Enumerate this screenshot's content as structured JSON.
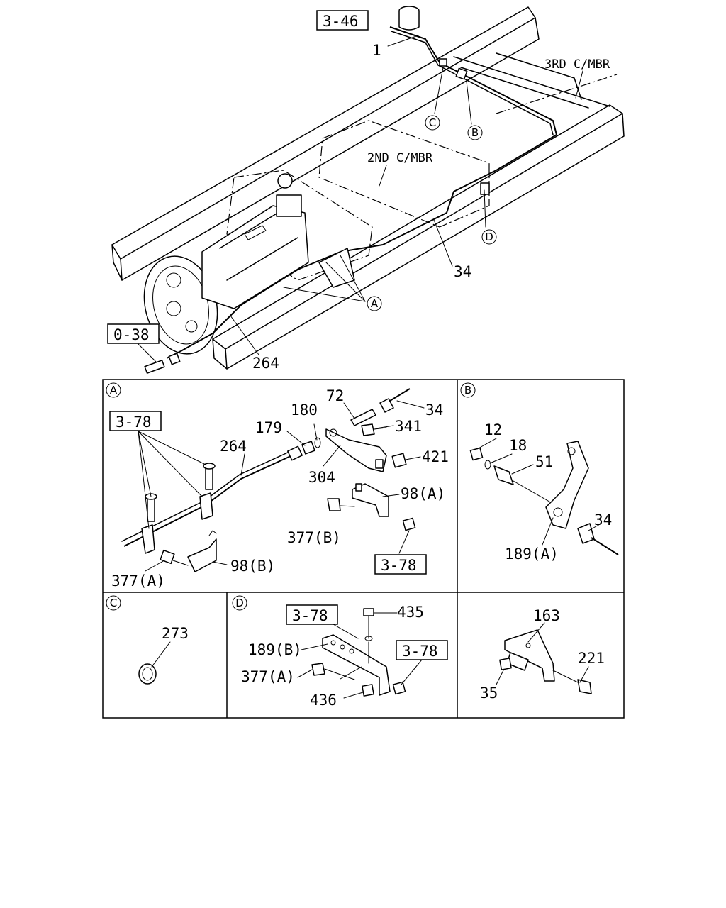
{
  "overview": {
    "ref_top": "3-46",
    "ref_left": "0-38",
    "label_3rd": "3RD C/MBR",
    "label_2nd": "2ND C/MBR",
    "callout_1": "1",
    "callout_c": "C",
    "callout_b": "B",
    "callout_d": "D",
    "callout_a": "A",
    "callout_34": "34",
    "callout_264": "264"
  },
  "panel_a": {
    "tag": "A",
    "ref_378_top": "3-78",
    "ref_378_bottom": "3-78",
    "p72": "72",
    "p34": "34",
    "p180": "180",
    "p179": "179",
    "p341": "341",
    "p264": "264",
    "p421": "421",
    "p304": "304",
    "p98a": "98(A)",
    "p377b": "377(B)",
    "p98b": "98(B)",
    "p377a": "377(A)"
  },
  "panel_b": {
    "tag": "B",
    "p12": "12",
    "p18": "18",
    "p51": "51",
    "p34": "34",
    "p189a": "189(A)"
  },
  "panel_c": {
    "tag": "C",
    "p273": "273"
  },
  "panel_d": {
    "tag": "D",
    "ref_378_left": "3-78",
    "ref_378_right": "3-78",
    "p435": "435",
    "p189b": "189(B)",
    "p377a": "377(A)",
    "p436": "436"
  },
  "panel_e": {
    "p163": "163",
    "p221": "221",
    "p35": "35"
  }
}
